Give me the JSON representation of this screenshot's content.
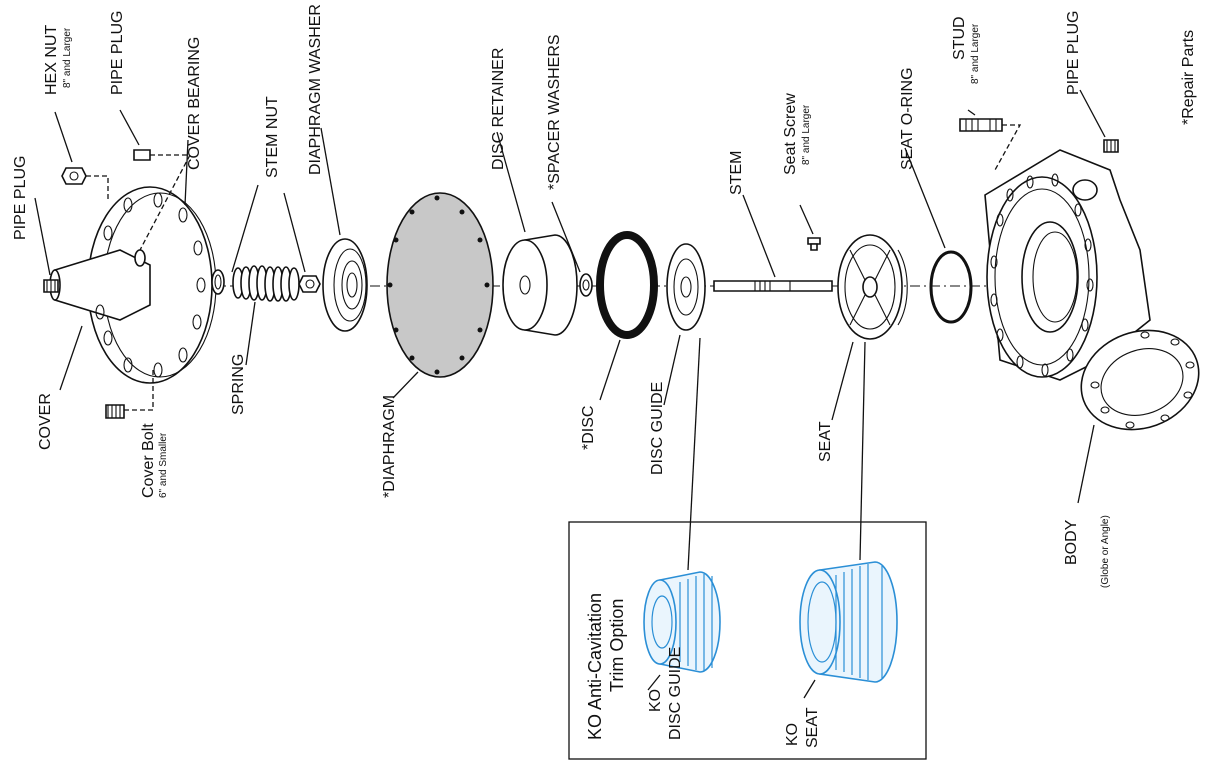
{
  "labels": {
    "pipe_plug_left": "PIPE PLUG",
    "hex_nut": "HEX  NUT",
    "hex_nut_note": "8\" and Larger",
    "pipe_plug_top": "PIPE PLUG",
    "cover_bearing": "COVER BEARING",
    "stem_nut": "STEM NUT",
    "diaphragm_washer": "DIAPHRAGM WASHER",
    "disc_retainer": "DISC RETAINER",
    "spacer_washers": "*SPACER WASHERS",
    "stem": "STEM",
    "seat_screw": "Seat Screw",
    "seat_screw_note": "8\" and Larger",
    "seat_oring": "SEAT O-RING",
    "stud": "STUD",
    "stud_note": "8\" and Larger",
    "pipe_plug_right": "PIPE PLUG",
    "repair_parts": "*Repair Parts",
    "cover": "COVER",
    "cover_bolt": "Cover Bolt",
    "cover_bolt_note": "6\" and Smaller",
    "spring": "SPRING",
    "diaphragm": "*DIAPHRAGM",
    "disc": "*DISC",
    "disc_guide": "DISC GUIDE",
    "seat": "SEAT",
    "body": "BODY",
    "body_note": "(Globe or Angle)",
    "ko_title_1": "KO Anti-Cavitation",
    "ko_title_2": "Trim Option",
    "ko_disc_guide_1": "KO",
    "ko_disc_guide_2": "DISC GUIDE",
    "ko_seat_1": "KO",
    "ko_seat_2": "SEAT"
  },
  "colors": {
    "ko_parts": "#2b8fd6",
    "diaphragm_fill": "#c8c8c8"
  }
}
